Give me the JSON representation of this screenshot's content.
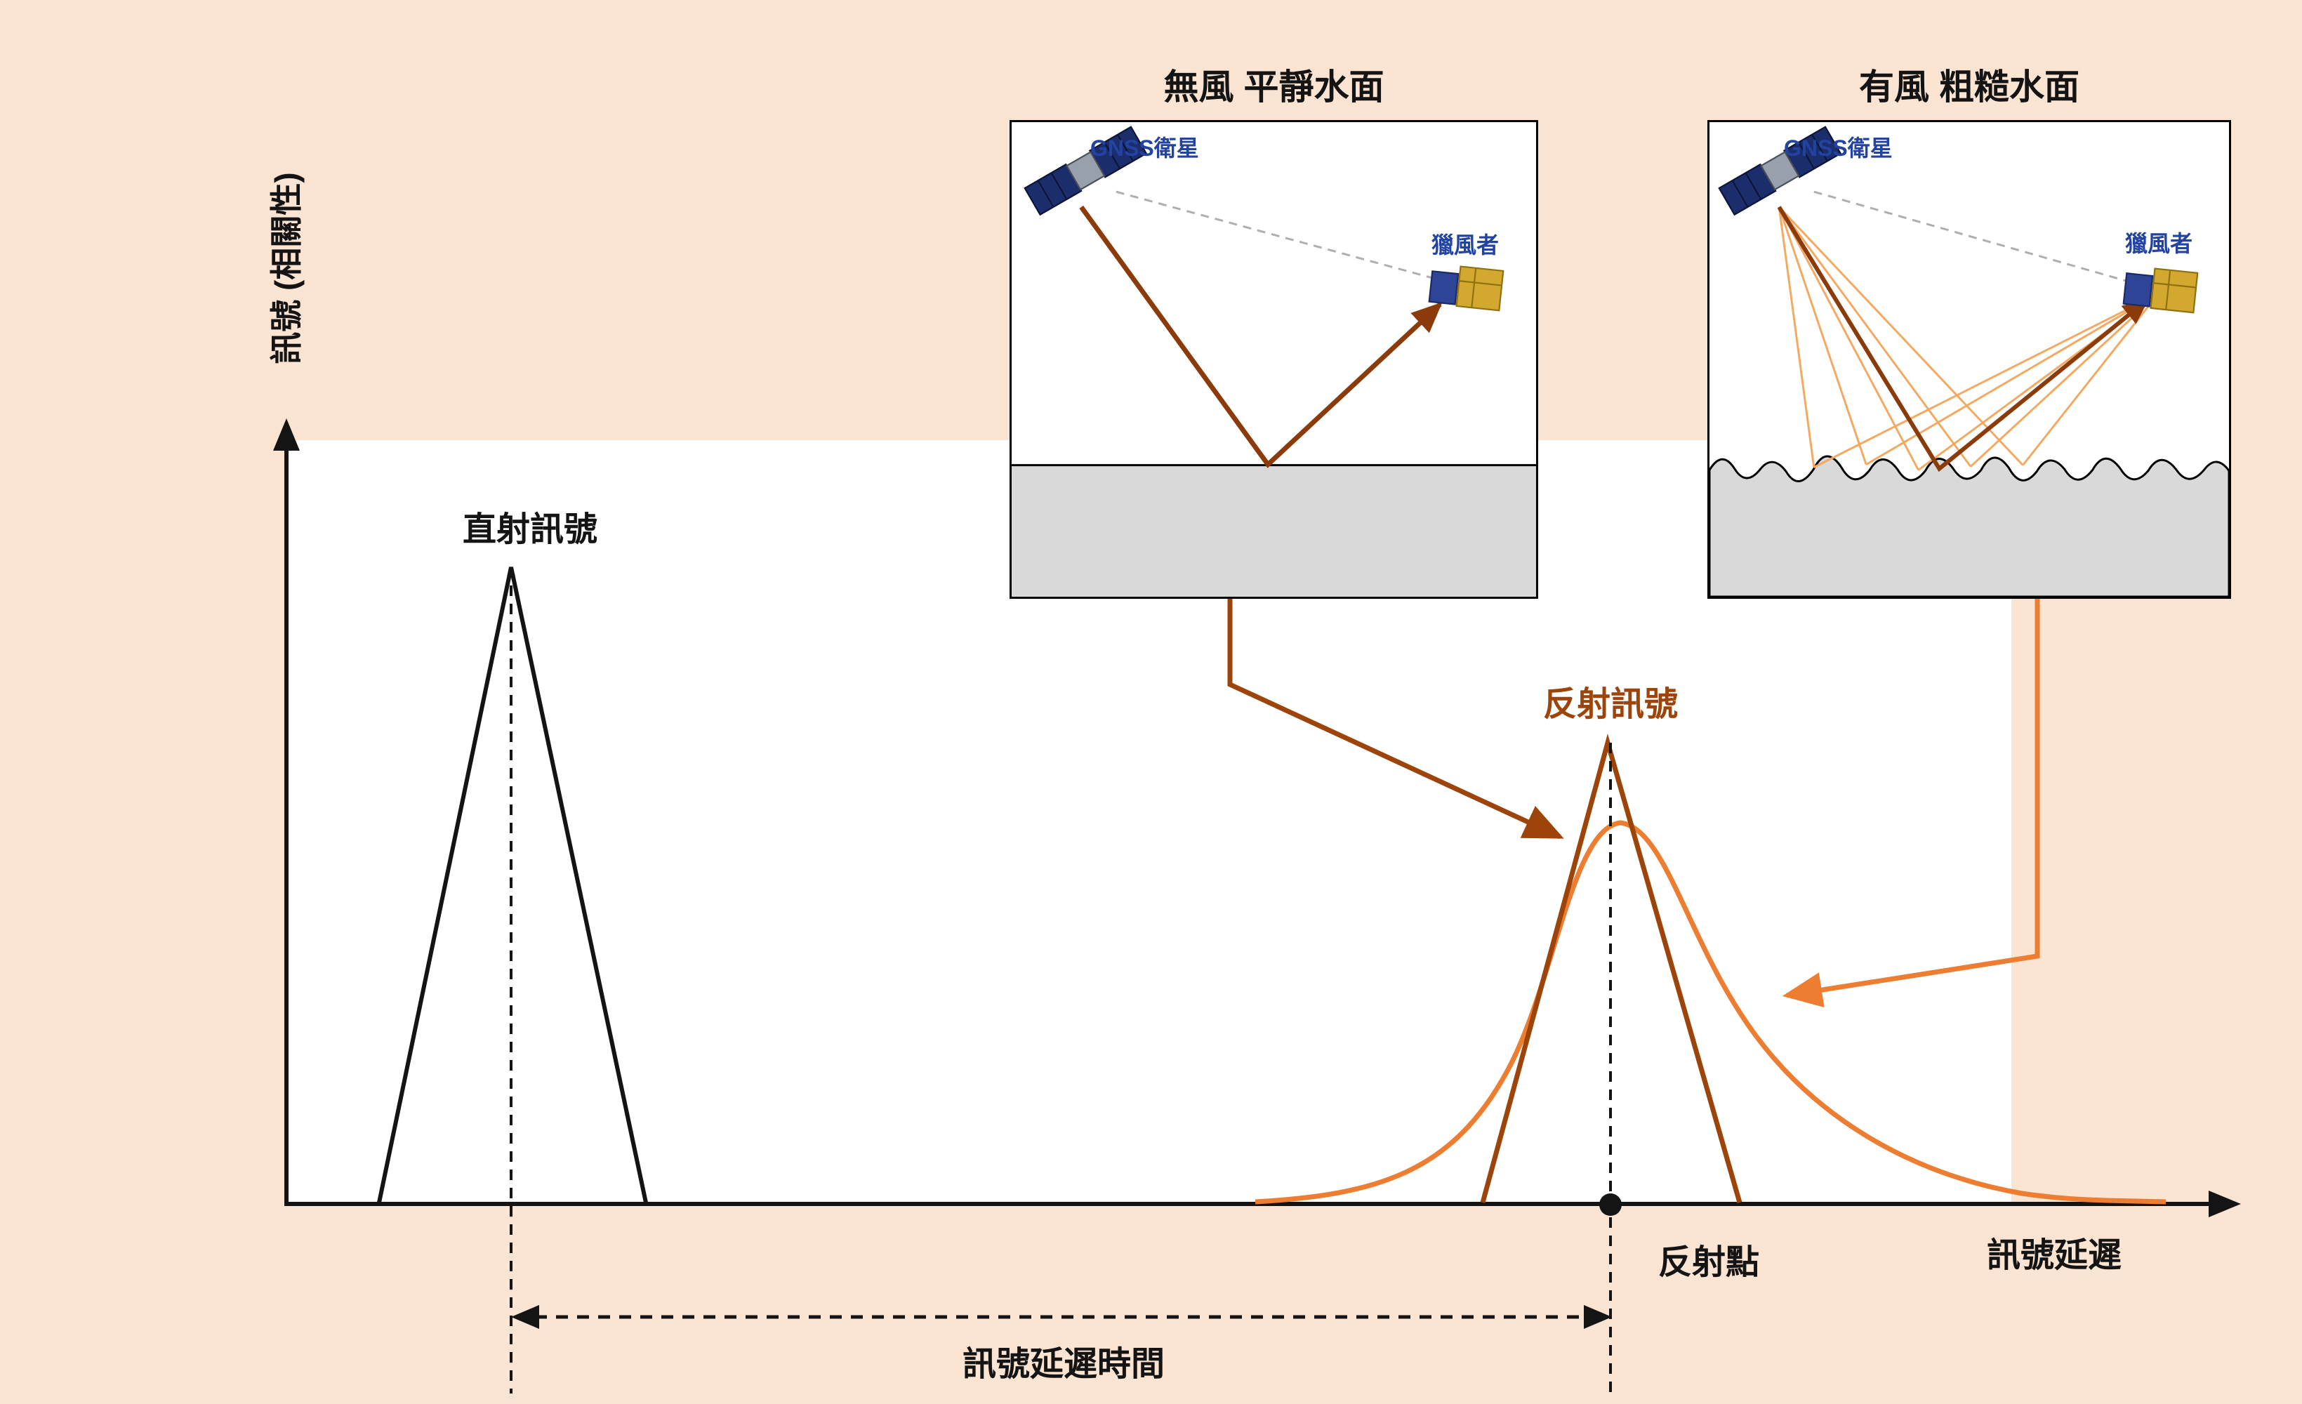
{
  "figure": {
    "y_axis_label": "訊號 (相關性)",
    "x_axis_label": "訊號延遲",
    "direct_signal_label": "直射訊號",
    "reflected_signal_label": "反射訊號",
    "reflection_point_label": "反射點",
    "delay_time_label": "訊號延遲時間"
  },
  "panels": {
    "calm": {
      "title": "無風 平靜水面",
      "gnss_label": "GNSS衛星",
      "receiver_label": "獵風者"
    },
    "rough": {
      "title": "有風 粗糙水面",
      "gnss_label": "GNSS衛星",
      "receiver_label": "獵風者"
    }
  },
  "colors": {
    "background": "#FCE4D3",
    "plot_background": "#FFFFFF",
    "direct_signal_black": "#141414",
    "reflected_narrow_brown": "#9C4409",
    "reflected_wide_orange": "#ED7D31",
    "scattered_ray_orange": "#F4A963",
    "panel_label_blue": "#2343A0",
    "water_gray": "#D9D9D9"
  },
  "icons": {
    "gnss_satellite": "satellite-icon",
    "receiver_satellite": "satellite-icon",
    "axis_arrows": "arrowhead-icon"
  }
}
